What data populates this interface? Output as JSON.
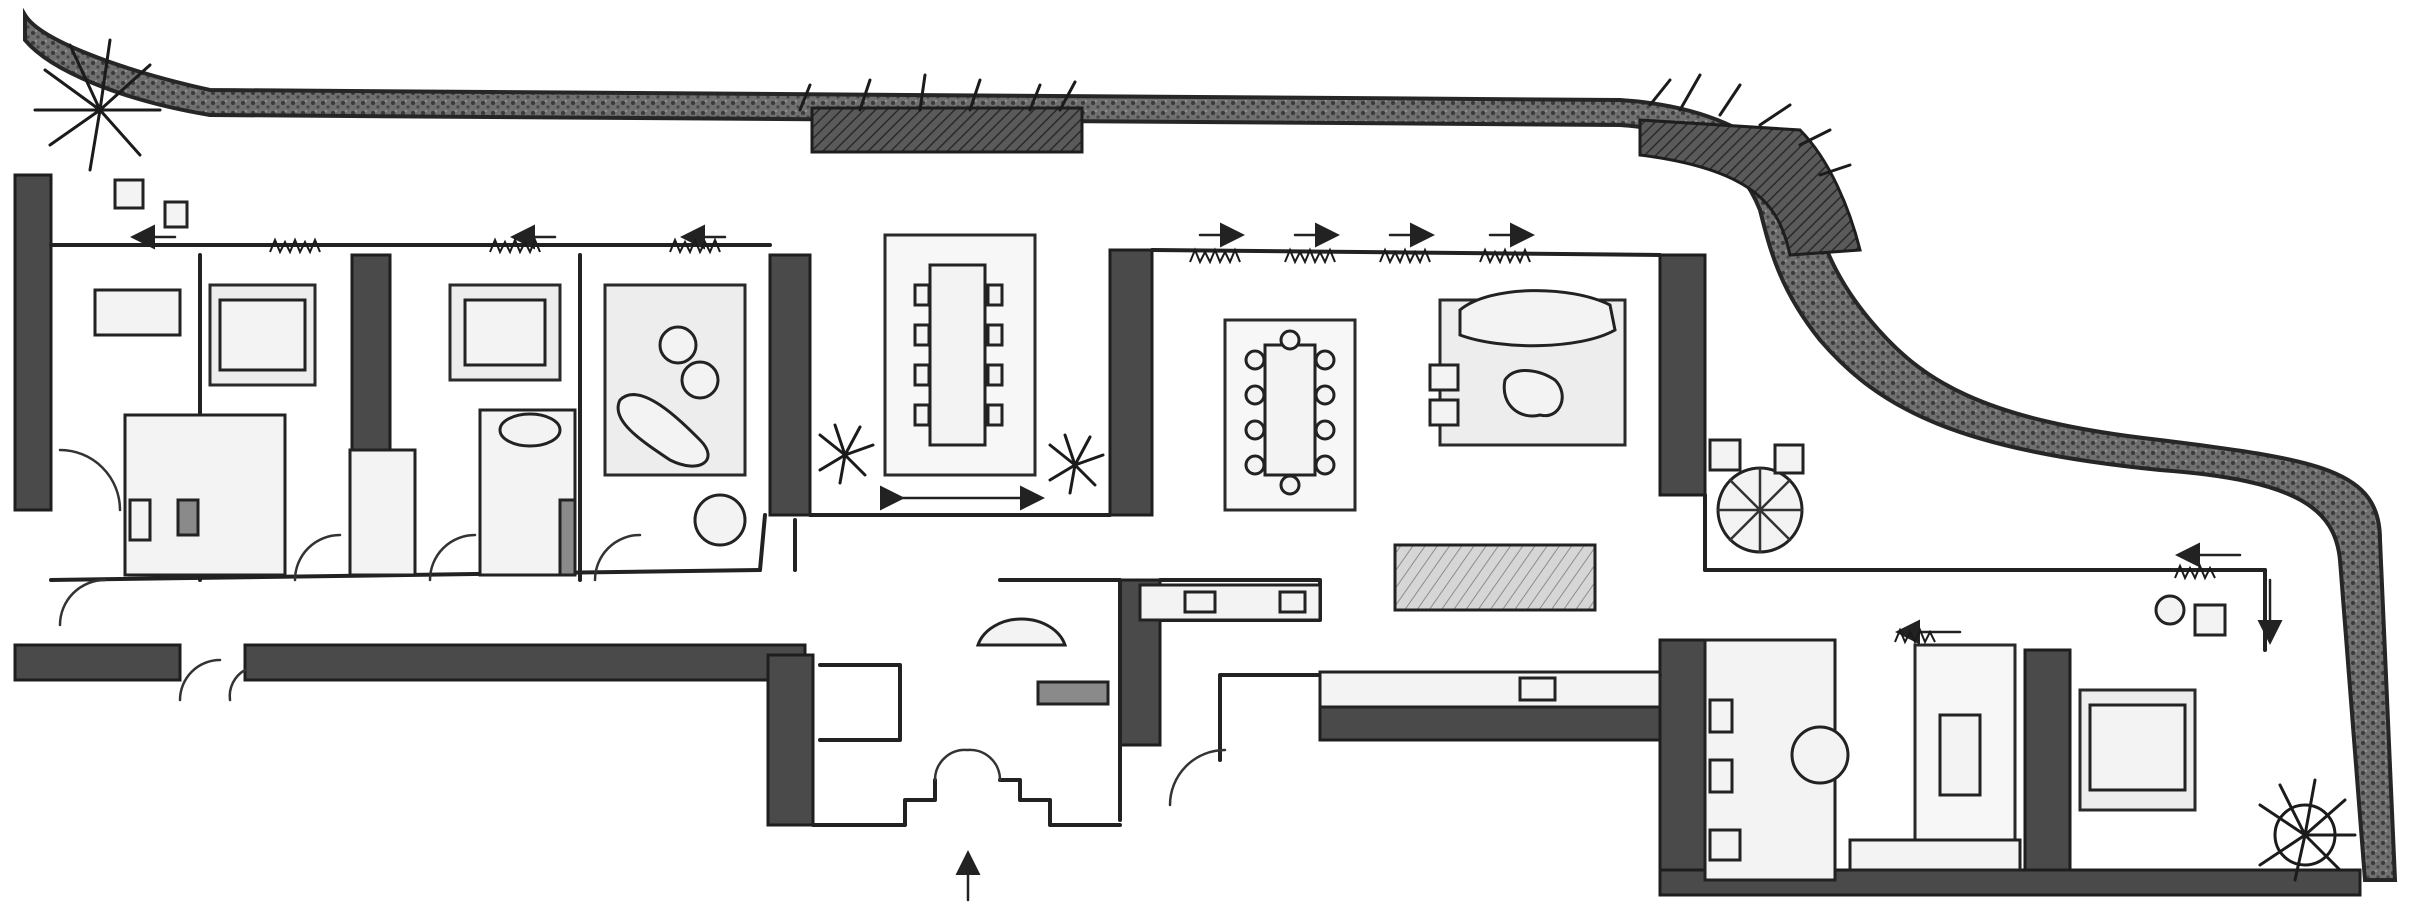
{
  "diagram": {
    "kind": "hand-drawn apartment floor plan",
    "rooms": [
      {
        "id": "west-bedroom-1"
      },
      {
        "id": "west-bedroom-2"
      },
      {
        "id": "west-living-room"
      },
      {
        "id": "central-courtyard"
      },
      {
        "id": "main-dining-living"
      },
      {
        "id": "kitchen"
      },
      {
        "id": "entry-hall"
      },
      {
        "id": "east-master-suite"
      }
    ],
    "symbols": [
      "wall",
      "door-swing",
      "window-arrow",
      "planter",
      "rug",
      "dining-table",
      "sofa",
      "bed",
      "bathtub",
      "toilet",
      "sink",
      "umbrella",
      "lamp"
    ],
    "colors": {
      "ink": "#222222",
      "wall_fill": "#4a4a4a",
      "paper": "#ffffff"
    }
  }
}
